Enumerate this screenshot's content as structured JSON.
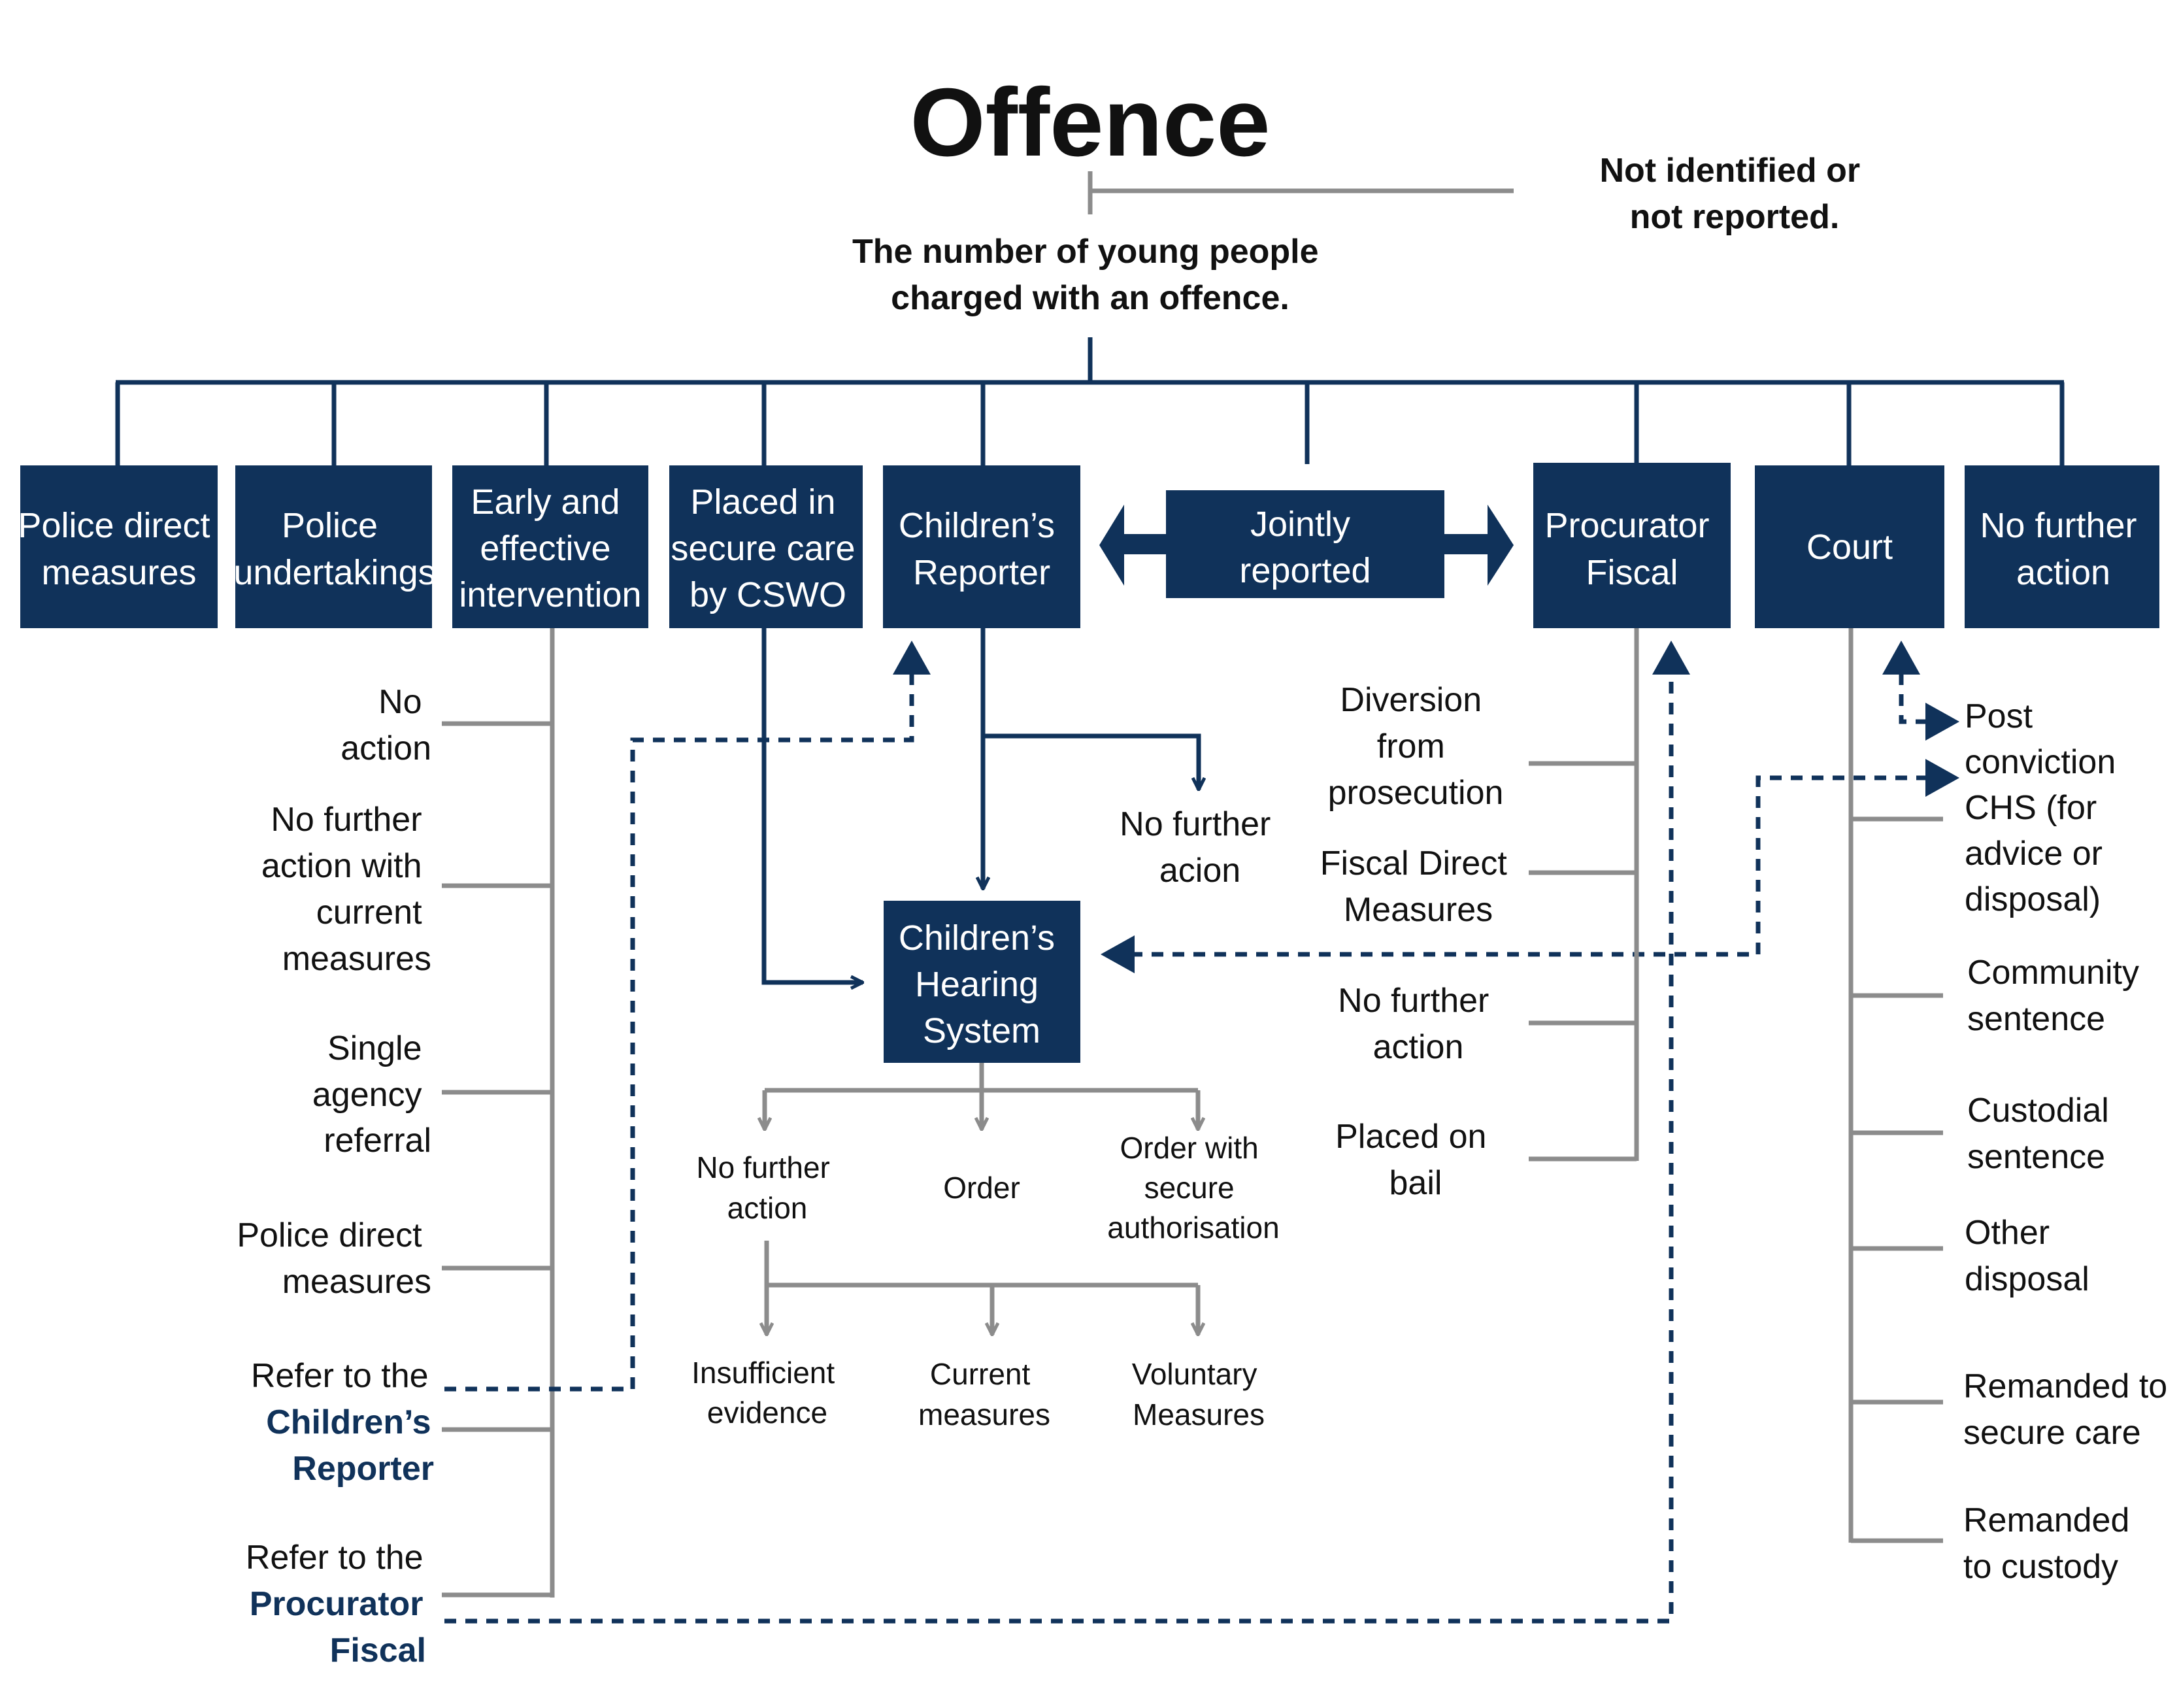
{
  "title": "Offence",
  "not_identified": [
    "Not identified or",
    "not reported."
  ],
  "charged": [
    "The number of young people",
    "charged with an offence."
  ],
  "boxes": {
    "police_direct": [
      "Police direct",
      "measures"
    ],
    "police_undertakings": [
      "Police",
      "undertakings"
    ],
    "early_effective": [
      "Early and",
      "effective",
      "intervention"
    ],
    "secure_care": [
      "Placed in",
      "secure care",
      "by CSWO"
    ],
    "childrens_reporter": [
      "Children’s",
      "Reporter"
    ],
    "jointly": [
      "Jointly",
      "reported"
    ],
    "procurator": [
      "Procurator",
      "Fiscal"
    ],
    "court": [
      "Court"
    ],
    "no_further": [
      "No further",
      "action"
    ],
    "hearing": [
      "Children’s",
      "Hearing",
      "System"
    ]
  },
  "early_outcomes": {
    "no_action": [
      "No",
      "action"
    ],
    "no_further_current": [
      "No further",
      "action with",
      "current",
      "measures"
    ],
    "single_agency": [
      "Single",
      "agency",
      "referral"
    ],
    "police_direct": [
      "Police direct",
      "measures"
    ],
    "refer_reporter": {
      "prefix": "Refer to the",
      "highlight": [
        "Children’s",
        "Reporter"
      ]
    },
    "refer_fiscal": {
      "prefix": "Refer to the",
      "highlight": [
        "Procurator",
        "Fiscal"
      ]
    }
  },
  "reporter_no_further": [
    "No further",
    "acion"
  ],
  "hearing_outcomes": {
    "no_further": [
      "No further",
      "action"
    ],
    "order": [
      "Order"
    ],
    "order_secure": [
      "Order with",
      "secure",
      "authorisation"
    ]
  },
  "hearing_sub_outcomes": {
    "insufficient": [
      "Insufficient",
      "evidence"
    ],
    "current": [
      "Current",
      "measures"
    ],
    "voluntary": [
      "Voluntary",
      "Measures"
    ]
  },
  "fiscal_outcomes": {
    "diversion": [
      "Diversion",
      "from",
      "prosecution"
    ],
    "fiscal_direct": [
      "Fiscal Direct",
      "Measures"
    ],
    "no_further": [
      "No further",
      "action"
    ],
    "bail": [
      "Placed on",
      "bail"
    ]
  },
  "court_outcomes": {
    "post_conviction": [
      "Post",
      "conviction",
      "CHS (for",
      "advice or",
      "disposal)"
    ],
    "community": [
      "Community",
      "sentence"
    ],
    "custodial": [
      "Custodial",
      "sentence"
    ],
    "other": [
      "Other",
      "disposal"
    ],
    "remanded_secure": [
      "Remanded to",
      "secure care"
    ],
    "remanded_custody": [
      "Remanded",
      "to custody"
    ]
  },
  "colors": {
    "navy": "#10325a",
    "grey": "#8c8c8c",
    "text": "#111111",
    "box_text": "#ffffff"
  }
}
